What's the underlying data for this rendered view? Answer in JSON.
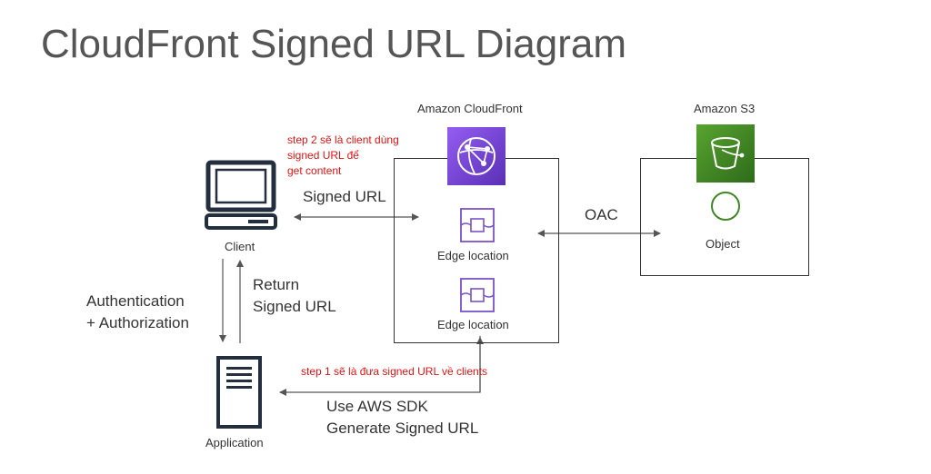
{
  "title": "CloudFront Signed URL Diagram",
  "cloudfront": {
    "service_label": "Amazon CloudFront",
    "edge_1": "Edge location",
    "edge_2": "Edge location"
  },
  "s3": {
    "service_label": "Amazon S3",
    "object_label": "Object"
  },
  "client": {
    "label": "Client"
  },
  "application": {
    "label": "Application"
  },
  "edges": {
    "signed_url": "Signed URL",
    "oac": "OAC",
    "auth_line1": "Authentication",
    "auth_line2": "+ Authorization",
    "return_line1": "Return",
    "return_line2": "Signed URL",
    "sdk_line1": "Use AWS SDK",
    "sdk_line2": "Generate Signed URL"
  },
  "notes": {
    "step2_line1": "step 2 sẽ là client dùng",
    "step2_line2": "signed URL để",
    "step2_line3": "get content",
    "step1": "step 1 sẽ là đưa signed URL về clients"
  },
  "colors": {
    "cloudfront_icon": "#7b3fd1",
    "s3_icon": "#3f8624",
    "annotation": "#e01414",
    "edge_icon": "#7b52c9"
  }
}
